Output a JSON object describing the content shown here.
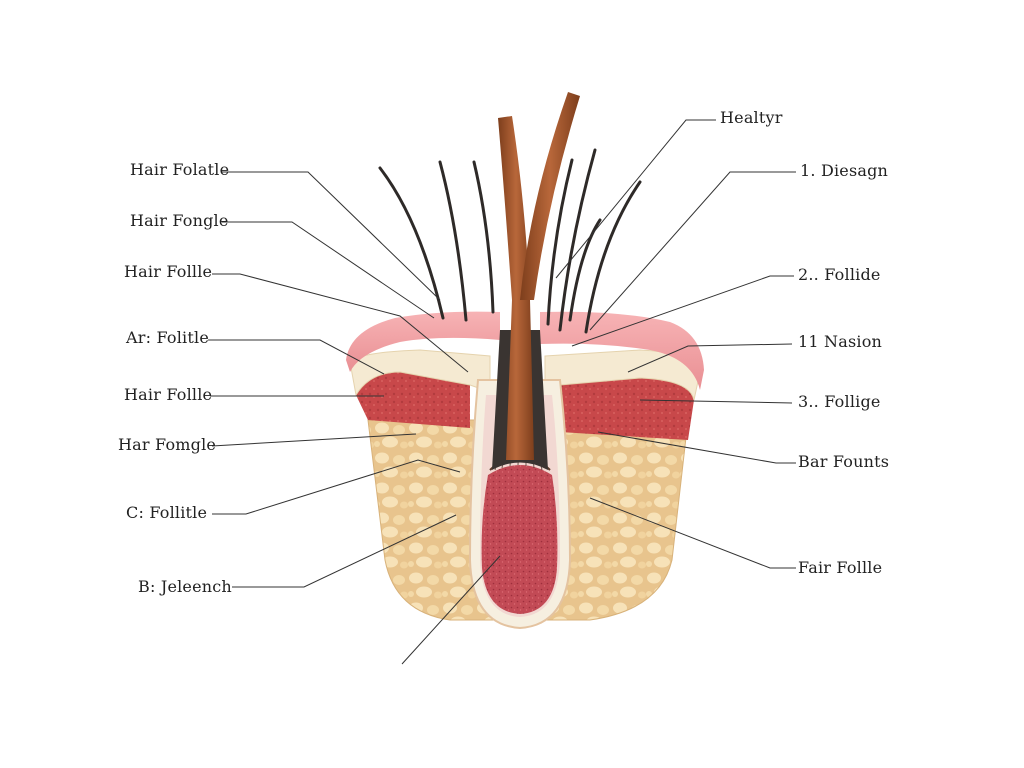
{
  "labels_left": [
    "Hair Folatle",
    "Hair Fongle",
    "Hair Follle",
    "Ar: Folitle",
    "Hair Follle",
    "Har Fomgle",
    "C: Follitle",
    "B: Jeleench"
  ],
  "labels_right": [
    "Healtyr",
    "1. Diesagn",
    "2.. Follide",
    "11 Nasion",
    "3.. Follige",
    "Bar Founts",
    "Fair Follle"
  ],
  "colors": {
    "epidermis": "#f2a3a6",
    "dermis_upper": "#f5ead2",
    "dermis_red": "#c8484a",
    "fat": "#eccf9c",
    "fat_cell": "#f7e2b8",
    "bulb": "#c24a55",
    "hair_shaft": "#a5582c",
    "hair_dark": "#2e2a28",
    "leader": "#333333"
  }
}
